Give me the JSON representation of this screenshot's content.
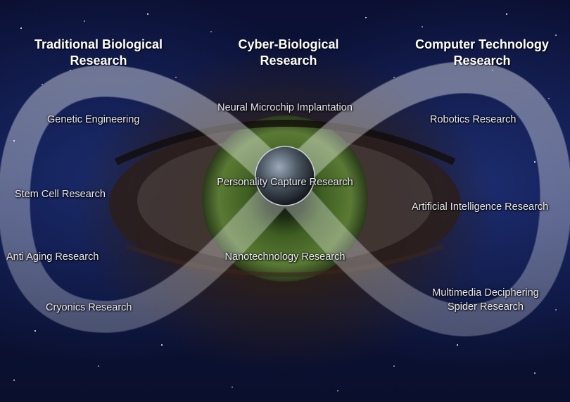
{
  "columns": [
    {
      "title_line1": "Traditional Biological",
      "title_line2": "Research"
    },
    {
      "title_line1": "Cyber-Biological",
      "title_line2": "Research"
    },
    {
      "title_line1": "Computer Technology",
      "title_line2": "Research"
    }
  ],
  "left_items": [
    "Genetic Engineering",
    "Stem Cell Research",
    "Anti Aging Research",
    "Cryonics Research"
  ],
  "center_items": [
    "Neural Microchip Implantation",
    "Personality Capture Research",
    "Nanotechnology Research"
  ],
  "right_items": [
    "Robotics Research",
    "Artificial Intelligence Research",
    "Multimedia Deciphering",
    "Spider Research"
  ],
  "colors": {
    "background": "#0d1540",
    "loop": "#d8dce8",
    "iris": "#4a6a2a",
    "text": "#e8e8ee"
  }
}
